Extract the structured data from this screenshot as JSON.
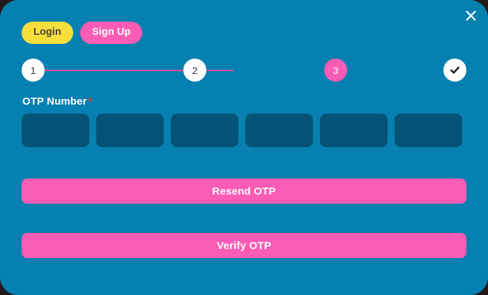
{
  "modal": {
    "background_color": "#0680b0",
    "close_icon": "close-icon"
  },
  "tabs": [
    {
      "id": "login",
      "label": "Login",
      "active": false,
      "bg": "#f7de3a",
      "fg": "#4a4237"
    },
    {
      "id": "signup",
      "label": "Sign Up",
      "active": true,
      "bg": "#fb5cb5",
      "fg": "#ffffff"
    }
  ],
  "stepper": {
    "accent_color": "#ec4699",
    "active_color": "#fb5cb5",
    "steps": [
      {
        "label": "1",
        "state": "done"
      },
      {
        "label": "2",
        "state": "done"
      },
      {
        "label": "3",
        "state": "active"
      },
      {
        "label": "✔",
        "state": "check"
      }
    ]
  },
  "form": {
    "label": "OTP Number",
    "required_marker": "*",
    "otp": {
      "digits": 6,
      "values": [
        "",
        "",
        "",
        "",
        "",
        ""
      ],
      "placeholder": ""
    }
  },
  "actions": {
    "resend_label": "Resend OTP",
    "verify_label": "Verify OTP",
    "button_color": "#fb5cb5"
  }
}
